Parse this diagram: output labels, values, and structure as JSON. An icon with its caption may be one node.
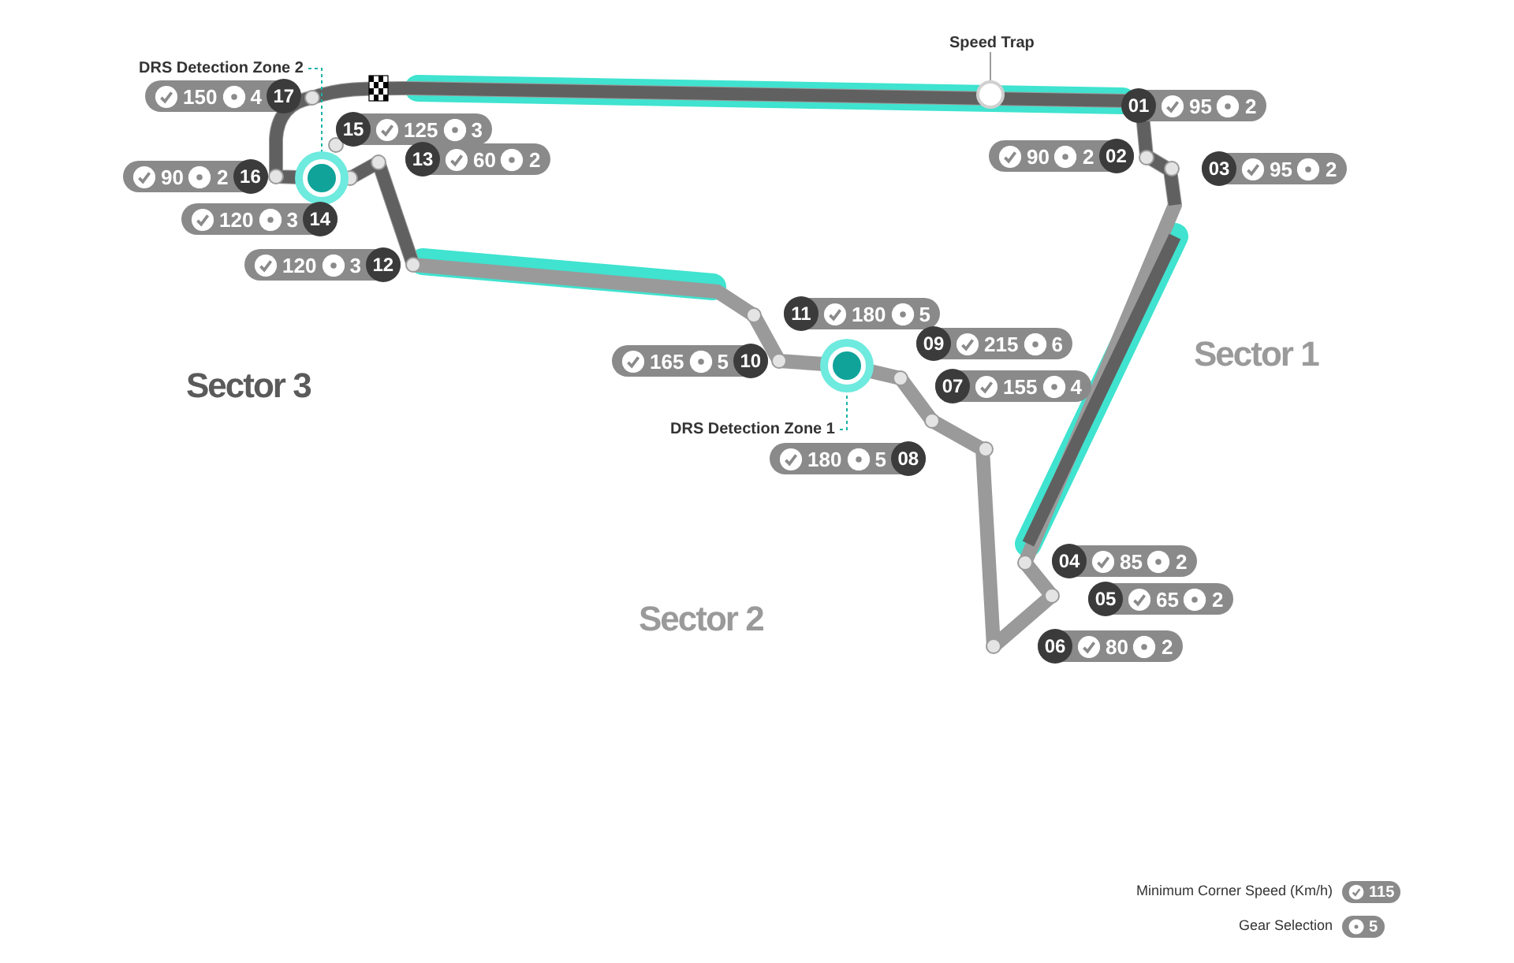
{
  "diagram": {
    "nodes": [
      {
        "text": [
          "DRS Detection Zone 2"
        ]
      },
      {
        "text": [],
        "shape": "circle"
      },
      {
        "text": [
          "Speed Trap"
        ]
      },
      {
        "text": [],
        "shape": "circle"
      },
      {
        "text": [
          "150",
          "4",
          "17"
        ]
      },
      {
        "text": [
          "15",
          "125",
          "3"
        ]
      },
      {
        "text": [
          "01",
          "95",
          "2"
        ]
      },
      {
        "text": [
          "13",
          "60",
          "2"
        ]
      },
      {
        "text": [
          "90",
          "2",
          "02"
        ]
      },
      {
        "text": [
          "03",
          "95",
          "2"
        ]
      },
      {
        "text": [
          "90",
          "2",
          "16"
        ]
      },
      {
        "text": [
          "120",
          "3",
          "14"
        ]
      },
      {
        "text": [
          "120",
          "3",
          "12"
        ]
      },
      {
        "text": [
          "11",
          "180",
          "5"
        ]
      },
      {
        "text": [
          "09",
          "215",
          "6"
        ]
      },
      {
        "text": [
          "165",
          "5",
          "10"
        ]
      },
      {
        "text": [],
        "shape": "circle"
      },
      {
        "text": [
          "07",
          "155",
          "4"
        ]
      },
      {
        "text": [
          "DRS Detection Zone 1"
        ]
      },
      {
        "text": [
          "180",
          "5",
          "08"
        ]
      },
      {
        "text": [
          "04",
          "85",
          "2"
        ]
      },
      {
        "text": [
          "05",
          "65",
          "2"
        ]
      },
      {
        "text": [
          "06",
          "80",
          "2"
        ]
      }
    ],
    "edges": [
      {
        "from": 0,
        "to": 1,
        "arrow": "none",
        "style": "dashed"
      },
      {
        "from": 2,
        "to": 3,
        "arrow": "none",
        "color": "#9e9e9e"
      },
      {
        "from": 18,
        "to": 16,
        "arrow": "none",
        "style": "dashed"
      }
    ],
    "labels": [
      "Sector 1",
      "Sector 3",
      "Sector 2",
      "115",
      "5"
    ],
    "legend": [
      {
        "text": "Minimum Corner Speed (Km/h)"
      },
      {
        "text": "Gear Selection"
      }
    ]
  }
}
